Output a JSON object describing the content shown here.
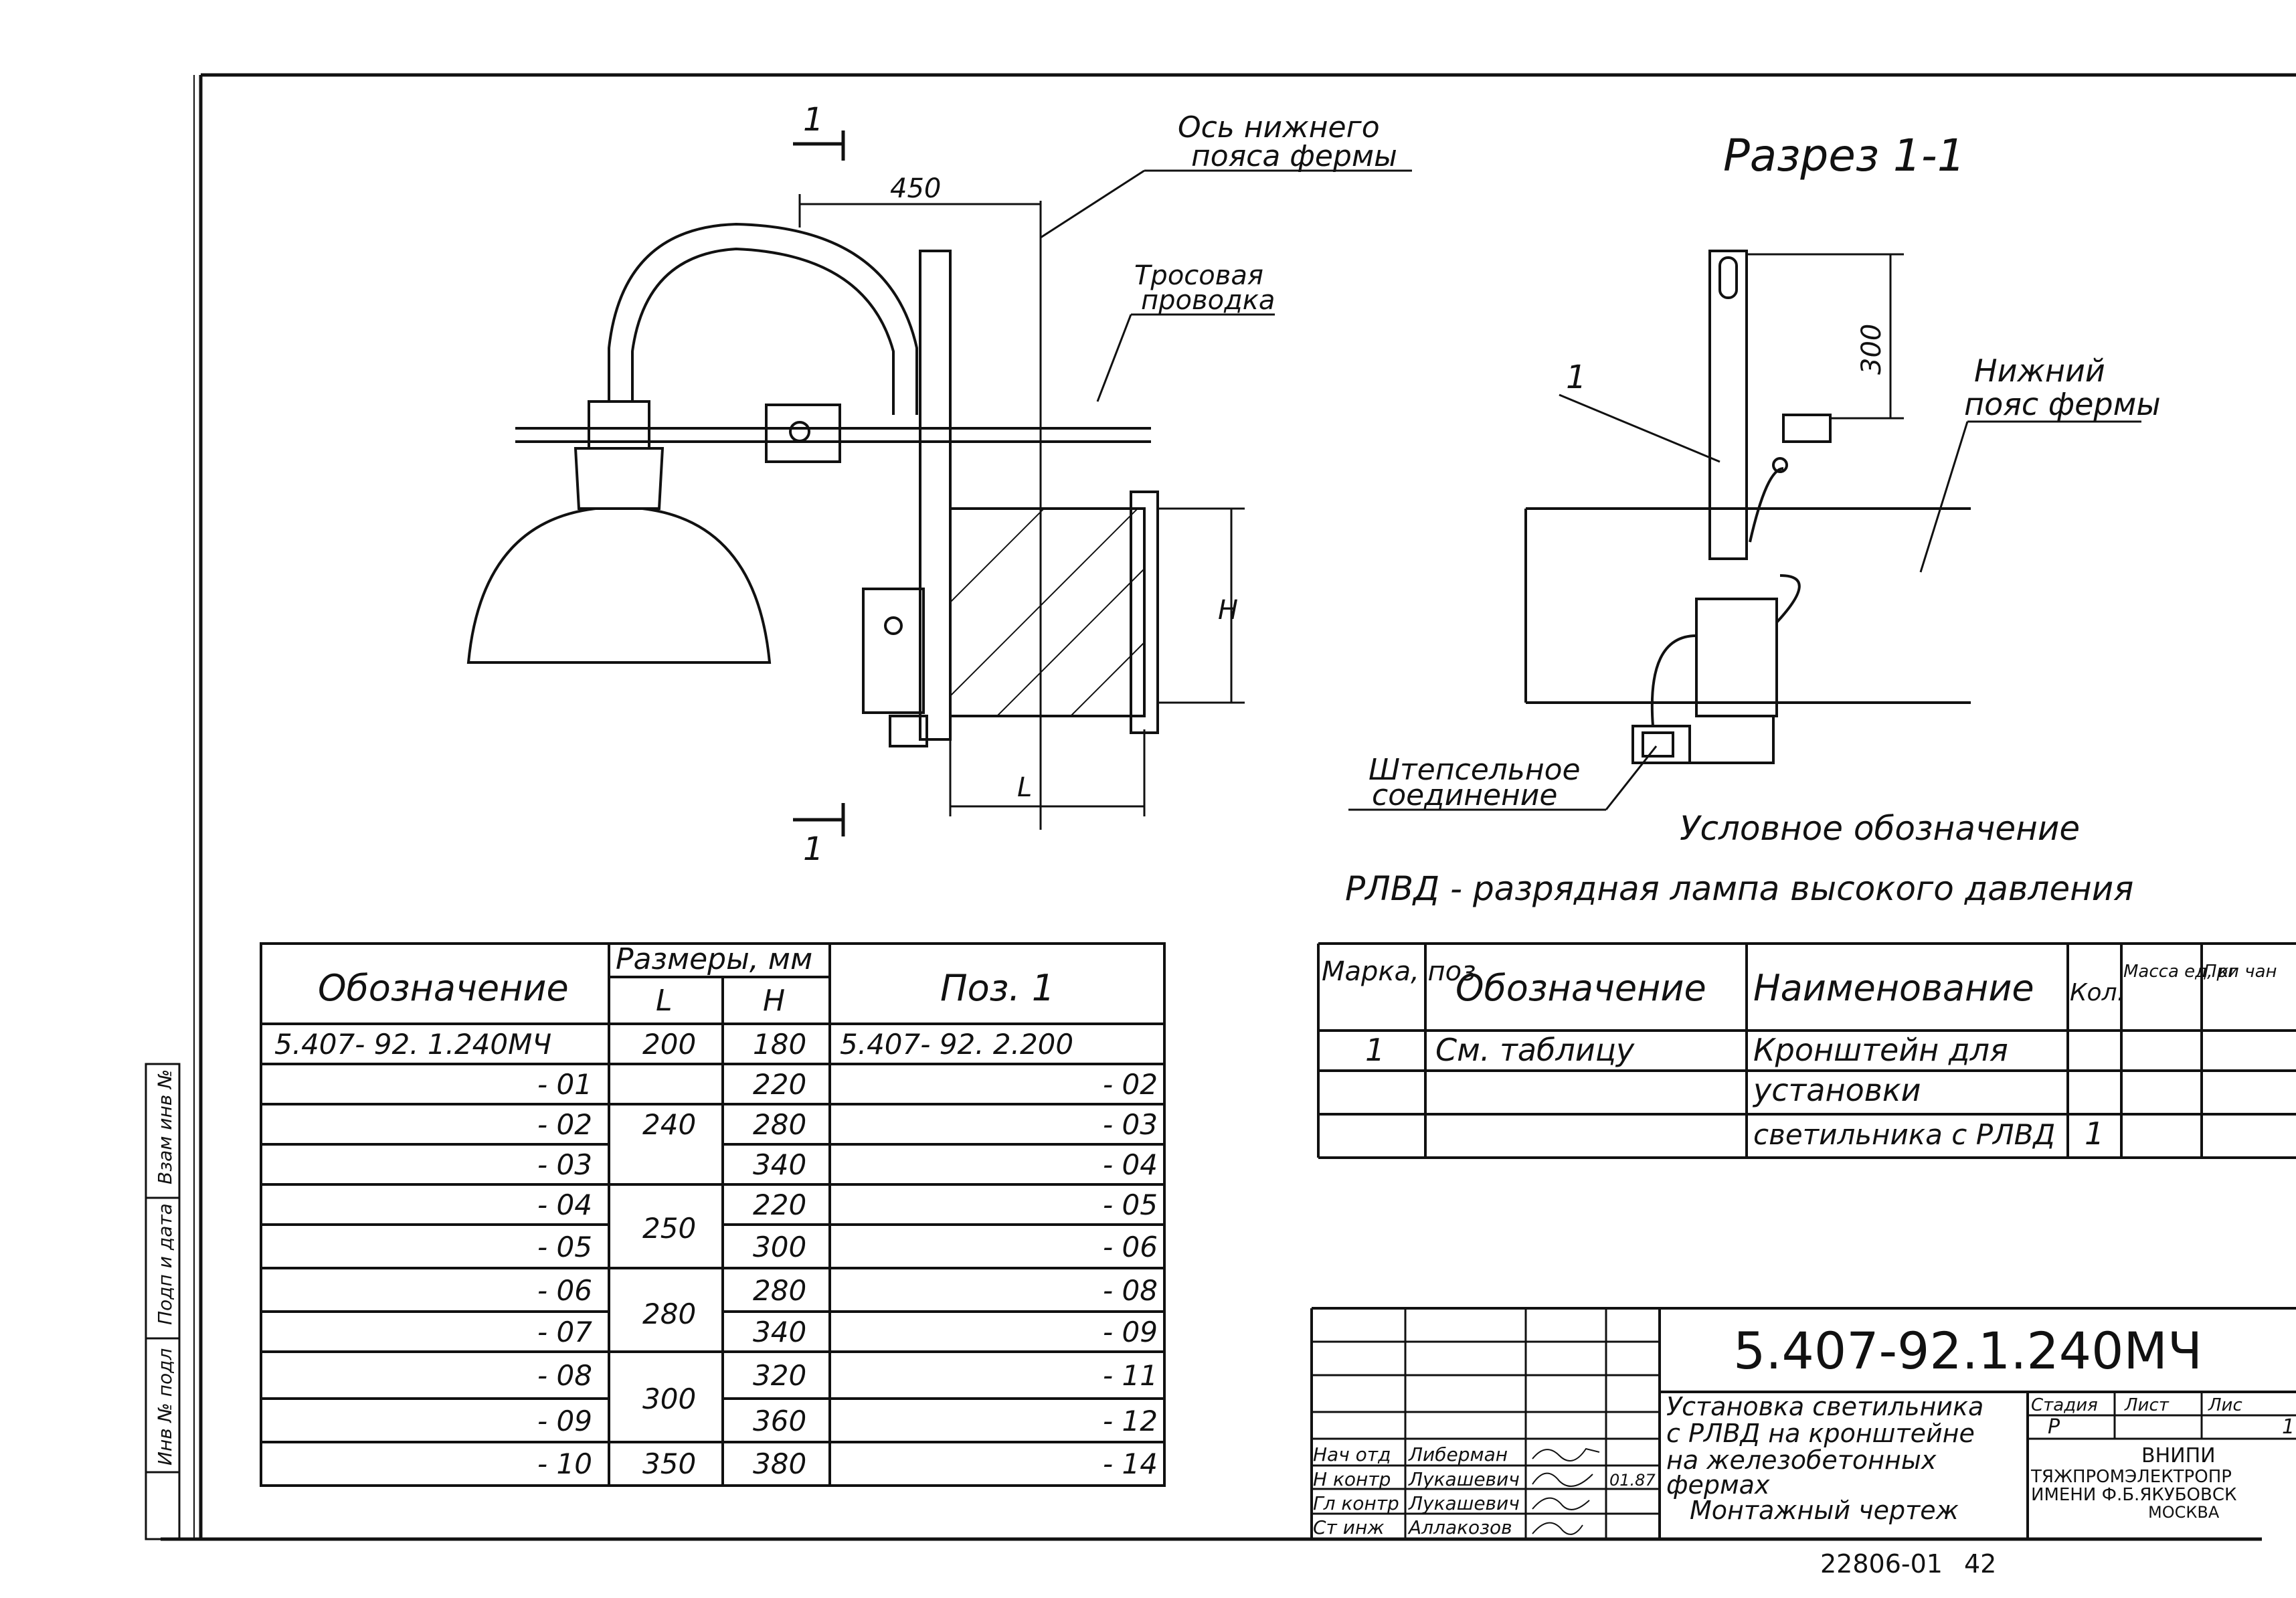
{
  "drawing": {
    "section_marker_top": "1",
    "section_marker_bottom": "1",
    "dim_450": "450",
    "label_axis_line1": "Ось нижнего",
    "label_axis_line2": "пояса фермы",
    "label_cable_line1": "Тросовая",
    "label_cable_line2": "проводка",
    "dim_H": "H",
    "dim_L": "L"
  },
  "section": {
    "title": "Разрез 1-1",
    "dim_300": "300",
    "callout_1": "1",
    "label_chord_line1": "Нижний",
    "label_chord_line2": "пояс фермы",
    "label_plug_line1": "Штепсельное",
    "label_plug_line2": "соединение"
  },
  "legend": {
    "title": "Условное обозначение",
    "text": "РЛВД - разрядная лампа высокого давления"
  },
  "sizes_table": {
    "header_designation": "Обозначение",
    "header_sizes": "Размеры, мм",
    "header_L": "L",
    "header_H": "H",
    "header_pos": "Поз. 1",
    "rows": [
      {
        "des": "5.407- 92. 1.240МЧ",
        "L": "200",
        "H": "180",
        "pos": "5.407- 92. 2.200"
      },
      {
        "des": "- 01",
        "L": "",
        "H": "220",
        "pos": "- 02"
      },
      {
        "des": "- 02",
        "L": "240",
        "H": "280",
        "pos": "- 03"
      },
      {
        "des": "- 03",
        "L": "",
        "H": "340",
        "pos": "- 04"
      },
      {
        "des": "- 04",
        "L": "",
        "H": "220",
        "pos": "- 05"
      },
      {
        "des": "- 05",
        "L": "250",
        "H": "300",
        "pos": "- 06"
      },
      {
        "des": "- 06",
        "L": "",
        "H": "280",
        "pos": "- 08"
      },
      {
        "des": "- 07",
        "L": "280",
        "H": "340",
        "pos": "- 09"
      },
      {
        "des": "- 08",
        "L": "",
        "H": "320",
        "pos": "- 11"
      },
      {
        "des": "- 09",
        "L": "300",
        "H": "360",
        "pos": "- 12"
      },
      {
        "des": "- 10",
        "L": "350",
        "H": "380",
        "pos": "- 14"
      }
    ]
  },
  "spec_table": {
    "header_mark": "Марка, поз",
    "header_designation": "Обозначение",
    "header_name": "Наименование",
    "header_qty": "Кол.",
    "header_mass": "Масса ед, кг",
    "header_note": "При чан",
    "rows": [
      {
        "mark": "1",
        "des": "См. таблицу",
        "name": "Кронштейн для",
        "qty": ""
      },
      {
        "mark": "",
        "des": "",
        "name": "установки",
        "qty": ""
      },
      {
        "mark": "",
        "des": "",
        "name": "светильника с РЛВД",
        "qty": "1"
      }
    ]
  },
  "title_block": {
    "code": "5.407-92.1.240МЧ",
    "title_line1": "Установка светильника",
    "title_line2": "с РЛВД на кронштейне",
    "title_line3": "на железобетонных",
    "title_line4": "фермах",
    "title_line5": "Монтажный чертеж",
    "stage_header": "Стадия",
    "sheet_header": "Лист",
    "sheets_header": "Лис",
    "stage": "Р",
    "sheet": "1",
    "org_line1": "ВНИПИ",
    "org_line2": "ТЯЖПРОМЭЛЕКТРОПР",
    "org_line3": "ИМЕНИ Ф.Б.ЯКУБОВСК",
    "org_line4": "МОСКВА",
    "roles": [
      "Нач отд",
      "Н контр",
      "Гл контр",
      "Ст инж"
    ],
    "names": [
      "Либерман",
      "Лукашевич",
      "Лукашевич",
      "Аллакозов"
    ],
    "date": "01.87",
    "footer_number": "22806-01",
    "footer_page": "42"
  },
  "side_stamp": {
    "labels": [
      "Взам инв №",
      "Подп и дата",
      "Инв № подл"
    ]
  }
}
